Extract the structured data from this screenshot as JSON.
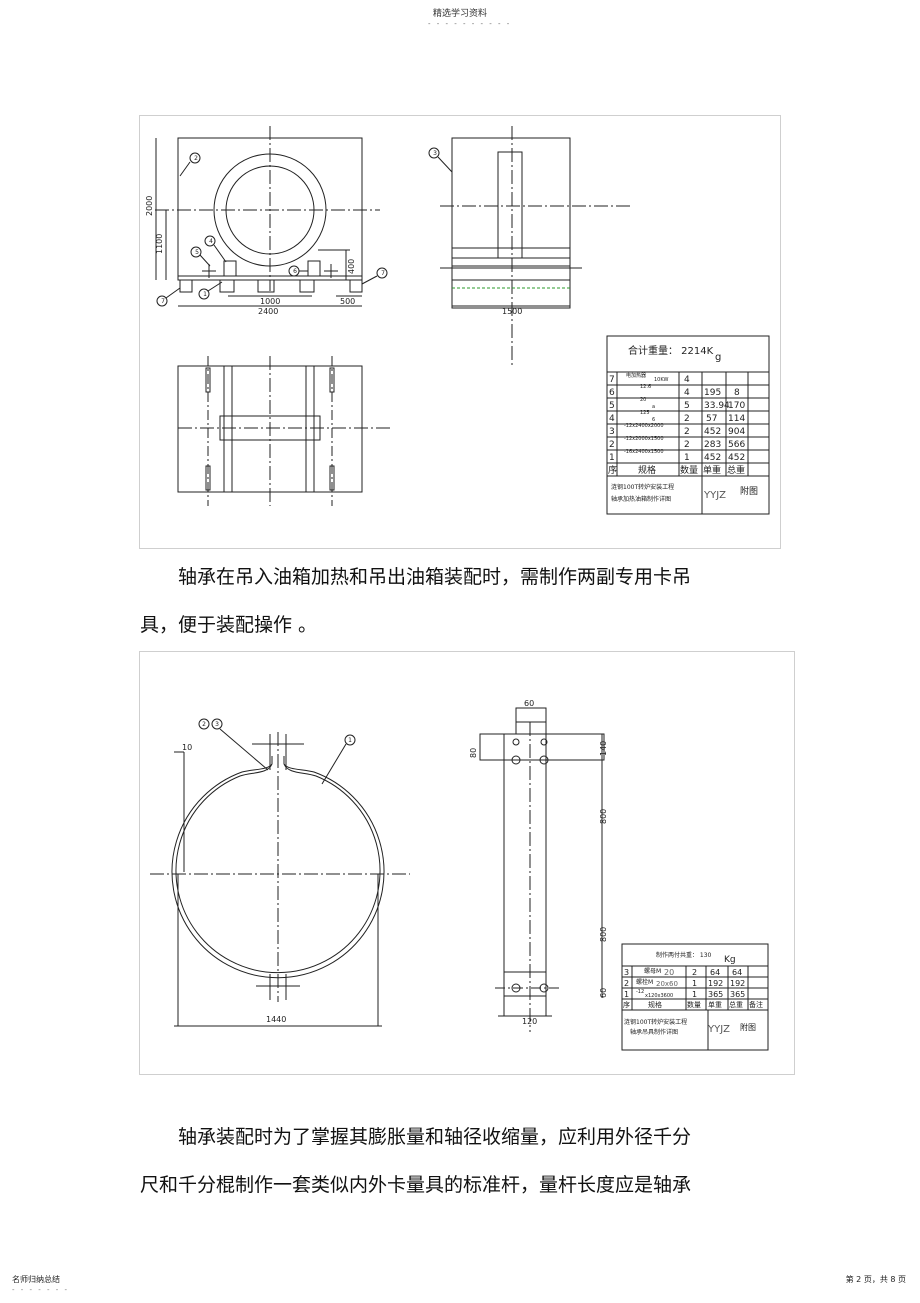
{
  "header": {
    "title": "精选学习资料",
    "dots": "- - - - - - - - - -"
  },
  "figure1": {
    "dims": {
      "d2000": "2000",
      "d1100": "1100",
      "d1000": "1000",
      "d2400": "2400",
      "d500": "500",
      "d400": "400",
      "d1500": "1500"
    },
    "callouts": [
      "1",
      "2",
      "3",
      "4",
      "5",
      "6",
      "7"
    ],
    "table": {
      "total": "合计重量：  2214K",
      "total_unit": "g",
      "rows": [
        {
          "no": "7",
          "spec": "电加热器",
          "qty": "4",
          "unit": "",
          "total": "",
          "spec2": "10KW"
        },
        {
          "no": "6",
          "spec": "12.6",
          "qty": "4",
          "unit": "195",
          "total": "8",
          "spec2": ""
        },
        {
          "no": "5",
          "spec": "20",
          "qty": "5",
          "unit": "33.94",
          "total": "170",
          "spec2": "a"
        },
        {
          "no": "4",
          "spec": "125",
          "qty": "2",
          "unit": "57",
          "total": "114",
          "spec2": "6"
        },
        {
          "no": "3",
          "spec": "-12x2400x2000",
          "qty": "2",
          "unit": "452",
          "total": "904",
          "spec2": ""
        },
        {
          "no": "2",
          "spec": "-12x2000x1500",
          "qty": "2",
          "unit": "283",
          "total": "566",
          "spec2": ""
        },
        {
          "no": "1",
          "spec": "-16x2400x1500",
          "qty": "1",
          "unit": "452",
          "total": "452",
          "spec2": ""
        }
      ],
      "headers": [
        "序",
        "规格",
        "数量",
        "单重",
        "总重"
      ],
      "title_lines": [
        "涟钢100T转炉安装工程",
        "轴承加热油箱制作详图"
      ],
      "mark": "YYJZ",
      "label": "附图"
    }
  },
  "para1": {
    "line1": "轴承在吊入油箱加热和吊出油箱装配时，需制作两副专用卡吊",
    "line2": "具，便于装配操作  。"
  },
  "figure2": {
    "dims": {
      "d10": "10",
      "d1440": "1440",
      "d60": "60",
      "d80": "80",
      "d140": "140",
      "d800a": "800",
      "d800b": "800",
      "d60b": "60",
      "d120": "120"
    },
    "callouts": [
      "2",
      "3",
      "1"
    ],
    "table": {
      "total": "制作两付共重：  130",
      "total_unit": "Kg",
      "rows": [
        {
          "no": "3",
          "spec": "螺母M",
          "spec2": "20",
          "qty": "2",
          "unit": "64",
          "total": "64"
        },
        {
          "no": "2",
          "spec": "螺栓M",
          "spec2": "20x60",
          "qty": "1",
          "unit": "192",
          "total": "192"
        },
        {
          "no": "1",
          "spec": "-12",
          "spec2": "x120x3600",
          "qty": "1",
          "unit": "365",
          "total": "365"
        }
      ],
      "headers": [
        "序",
        "规格",
        "数量",
        "单重",
        "总重",
        "备注"
      ],
      "title_lines": [
        "涟钢100T转炉安装工程",
        "轴承吊具制作详图"
      ],
      "mark": "YYJZ",
      "label": "附图"
    }
  },
  "para2": {
    "line1": "轴承装配时为了掌握其膨胀量和轴径收缩量，应利用外径千分",
    "line2": "尺和千分棍制作一套类似内外卡量具的标准杆，量杆长度应是轴承"
  },
  "footer": {
    "left": "名师归纳总结",
    "dots": "- - - - - - -",
    "right": "第 2 页，共 8 页"
  }
}
